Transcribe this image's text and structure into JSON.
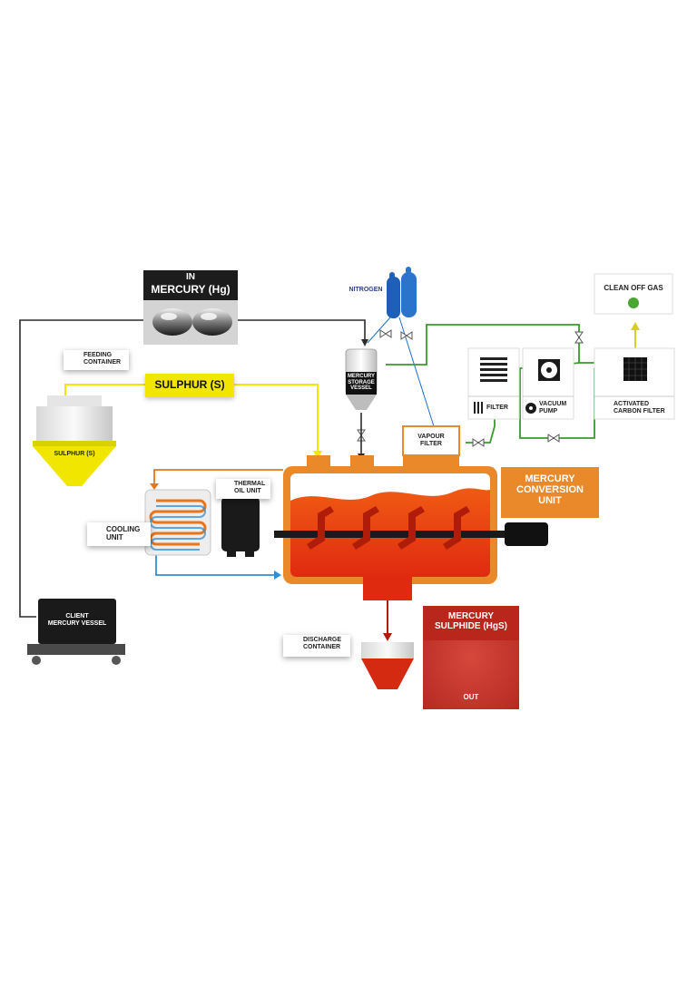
{
  "labels": {
    "in_title": "IN",
    "mercury_hg": "MERCURY (Hg)",
    "nitrogen": "NITROGEN",
    "clean_off_gas": "CLEAN OFF GAS",
    "feeding_container": "FEEDING\nCONTAINER",
    "sulphur_box": "SULPHUR (S)",
    "sulphur_hopper": "SULPHUR (S)",
    "storage_vessel": "MERCURY\nSTORAGE\nVESSEL",
    "filter": "FILTER",
    "vacuum_pump": "VACUUM\nPUMP",
    "activated_carbon": "ACTIVATED\nCARBON FILTER",
    "vapour_filter": "VAPOUR\nFILTER",
    "thermal_oil": "THERMAL\nOIL UNIT",
    "mercury_conversion": "MERCURY\nCONVERSION\nUNIT",
    "cooling_unit": "COOLING\nUNIT",
    "client_vessel": "CLIENT\nMERCURY VESSEL",
    "discharge_container": "DISCHARGE\nCONTAINER",
    "mercury_sulphide": "MERCURY\nSULPHIDE (HgS)",
    "out": "OUT"
  },
  "colors": {
    "dark_line": "#2b2b2b",
    "sulphur_yellow": "#f2e500",
    "gas_green": "#3a9a2e",
    "cooling_blue": "#2e8fd6",
    "oil_orange": "#e8751a",
    "vessel_orange": "#e9892a",
    "mercury_red": "#d42a12",
    "product_red": "#c8372d",
    "nitrogen_blue": "#1e6ec8"
  },
  "icons": [
    "plus-icon",
    "filter-bars-icon",
    "fan-icon",
    "grid-filter-icon",
    "cloud-upload-icon",
    "snowflake-icon",
    "drop-icon",
    "minus-icon",
    "valve-icon",
    "arrow-icon"
  ]
}
